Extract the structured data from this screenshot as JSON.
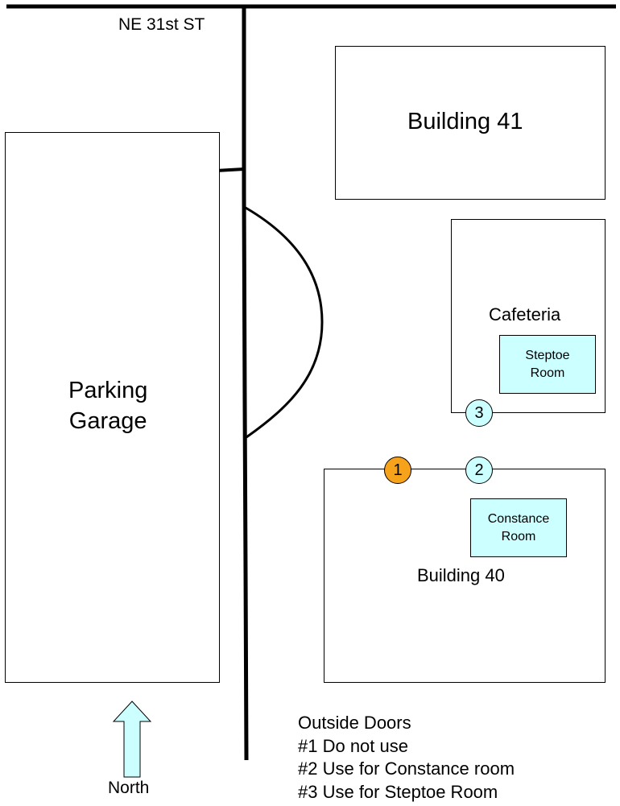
{
  "street": {
    "label": "NE 31st ST"
  },
  "buildings": {
    "building_41": {
      "label": "Building 41"
    },
    "cafeteria": {
      "label": "Cafeteria"
    },
    "building_40": {
      "label": "Building 40"
    },
    "parking_garage": {
      "label_line1": "Parking",
      "label_line2": "Garage"
    }
  },
  "rooms": {
    "steptoe": {
      "line1": "Steptoe",
      "line2": "Room",
      "color": "#ccffff"
    },
    "constance": {
      "line1": "Constance",
      "line2": "Room",
      "color": "#ccffff"
    }
  },
  "doors": [
    {
      "number": "1",
      "color": "#f7a21b"
    },
    {
      "number": "2",
      "color": "#ccffff"
    },
    {
      "number": "3",
      "color": "#ccffff"
    }
  ],
  "north": {
    "label": "North",
    "color": "#ccffff"
  },
  "legend": {
    "title": "Outside Doors",
    "items": [
      "#1 Do not use",
      "#2 Use for Constance room",
      "#3 Use for Steptoe Room"
    ]
  }
}
